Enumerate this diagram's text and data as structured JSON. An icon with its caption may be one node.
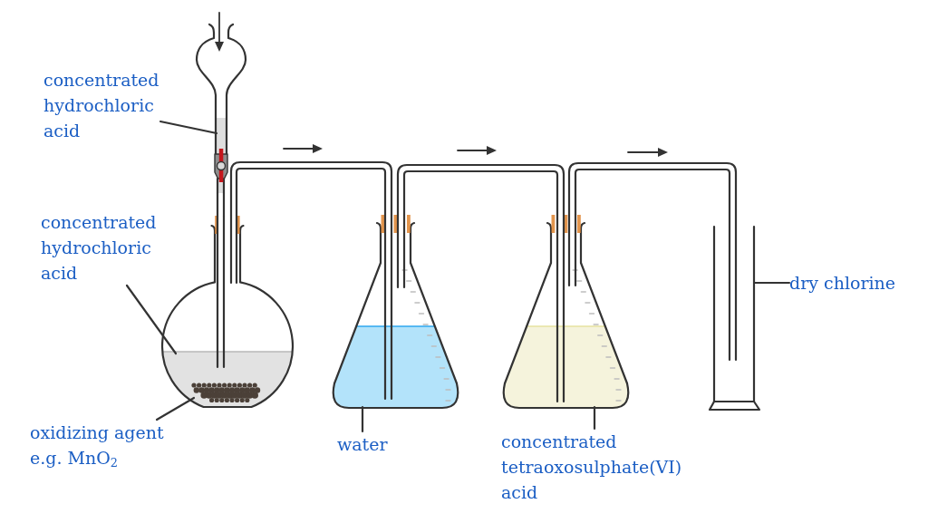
{
  "diagram": {
    "nodes": [
      {
        "text": [
          "concentrated hydrochloric acid"
        ]
      },
      {
        "text": [
          "concentrated hydrochloric acid"
        ]
      },
      {
        "text": [
          "oxidizing agent e.g. MnO$_{2}$"
        ]
      },
      {
        "text": [
          "water"
        ]
      },
      {
        "text": [
          "concentrated tetraoxosulphate(VI) acid"
        ]
      },
      {
        "text": [
          "dry chlorine"
        ]
      },
      {
        "text": [],
        "shape": "picture"
      },
      {
        "text": [],
        "shape": "bar",
        "in": 6
      },
      {
        "text": [],
        "shape": "picture"
      },
      {
        "text": [],
        "shape": "picture",
        "in": 8
      },
      {
        "text": [],
        "shape": "picture",
        "in": 9
      },
      {
        "text": [],
        "shape": "picture"
      },
      {
        "text": [],
        "shape": "picture",
        "in": 11
      },
      {
        "text": [],
        "shape": "picture"
      },
      {
        "text": [],
        "shape": "picture",
        "in": 13
      },
      {
        "text": [],
        "shape": "picture"
      }
    ],
    "edges": [
      {
        "from": 0,
        "to": 7,
        "arrow": "none"
      },
      {
        "from": 1,
        "to": 9,
        "arrow": "none"
      },
      {
        "from": 2,
        "to": 10,
        "arrow": "none"
      },
      {
        "from": 3,
        "to": 12,
        "arrow": "none"
      },
      {
        "from": 4,
        "to": 14,
        "arrow": "none"
      },
      {
        "from": 5,
        "to": 15,
        "arrow": "none"
      },
      {
        "from": 6,
        "to": 8,
        "arrow": "none"
      },
      {
        "from": 8,
        "to": 11,
        "arrow": "none"
      },
      {
        "from": 11,
        "to": 13,
        "arrow": "none"
      },
      {
        "from": 13,
        "to": 15,
        "arrow": "none"
      }
    ]
  }
}
